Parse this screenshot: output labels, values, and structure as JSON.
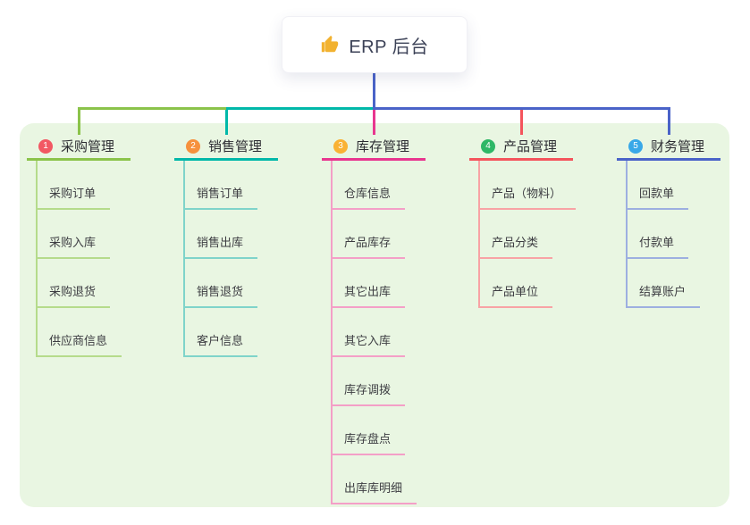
{
  "root": {
    "title": "ERP 后台",
    "icon": "thumbs-up",
    "icon_color": "#f2b230"
  },
  "panel_background": "#e9f6e2",
  "branches": [
    {
      "number": "1",
      "label": "采购管理",
      "badge_color": "#f25863",
      "line_color": "#8bc34a",
      "light_color": "#b5db8b",
      "children": [
        "采购订单",
        "采购入库",
        "采购退货",
        "供应商信息"
      ]
    },
    {
      "number": "2",
      "label": "销售管理",
      "badge_color": "#f6913d",
      "line_color": "#00b8a9",
      "light_color": "#7fd4ca",
      "children": [
        "销售订单",
        "销售出库",
        "销售退货",
        "客户信息"
      ]
    },
    {
      "number": "3",
      "label": "库存管理",
      "badge_color": "#f9b234",
      "line_color": "#e8368f",
      "light_color": "#f49fc7",
      "children": [
        "仓库信息",
        "产品库存",
        "其它出库",
        "其它入库",
        "库存调拨",
        "库存盘点",
        "出库库明细"
      ]
    },
    {
      "number": "4",
      "label": "产品管理",
      "badge_color": "#2eb766",
      "line_color": "#f4545c",
      "light_color": "#f8a3a5",
      "children": [
        "产品（物料）",
        "产品分类",
        "产品单位"
      ]
    },
    {
      "number": "5",
      "label": "财务管理",
      "badge_color": "#38a8e8",
      "line_color": "#4a63c8",
      "light_color": "#9dafe0",
      "children": [
        "回款单",
        "付款单",
        "结算账户"
      ]
    }
  ]
}
